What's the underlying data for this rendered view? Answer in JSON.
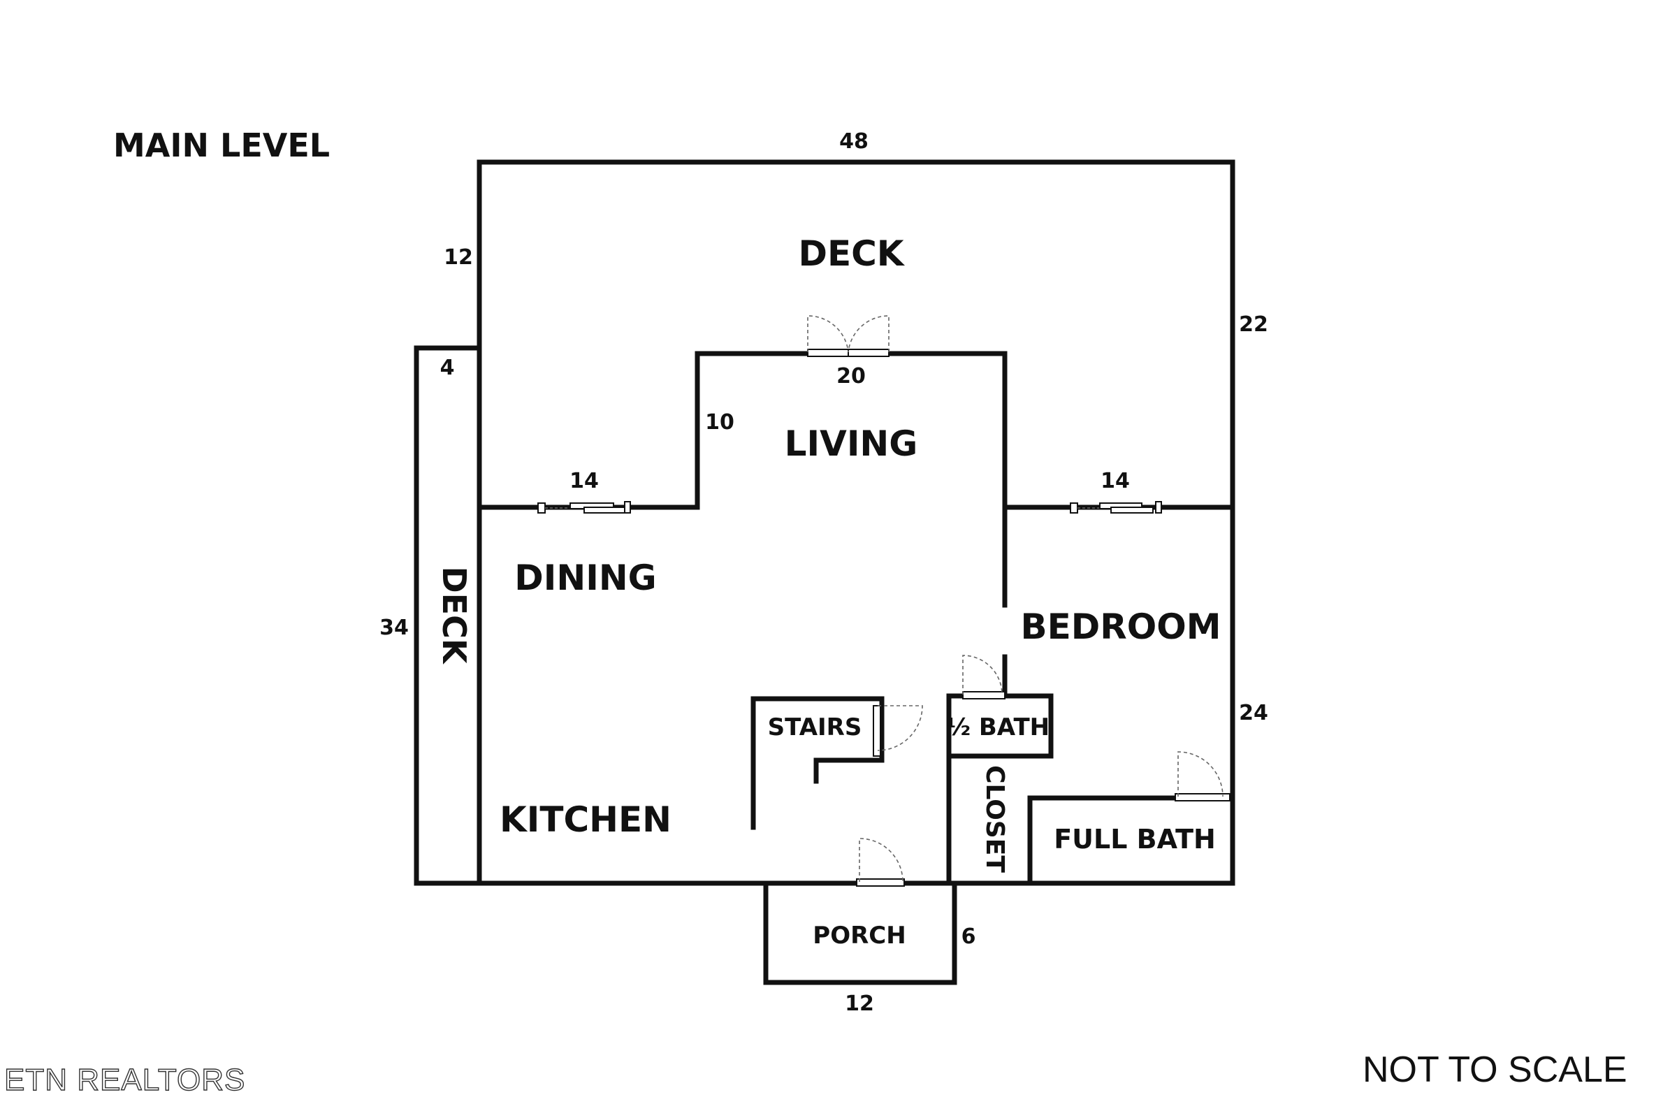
{
  "title": "MAIN LEVEL",
  "rooms": {
    "deck_top": "DECK",
    "deck_side": "DECK",
    "living": "LIVING",
    "dining": "DINING",
    "bedroom": "BEDROOM",
    "stairs": "STAIRS",
    "half_bath": "½ BATH",
    "kitchen": "KITCHEN",
    "closet": "CLOSET",
    "full_bath": "FULL BATH",
    "porch": "PORCH"
  },
  "dimensions": {
    "top_width": "48",
    "deck_top_height": "12",
    "deck_side_width": "4",
    "living_width": "20",
    "living_height": "10",
    "dining_door": "14",
    "bedroom_door": "14",
    "right_upper": "22",
    "left_total": "34",
    "right_lower": "24",
    "porch_depth": "6",
    "porch_width": "12"
  },
  "footer": {
    "brand": "ETN REALTORS",
    "note": "NOT TO SCALE"
  }
}
